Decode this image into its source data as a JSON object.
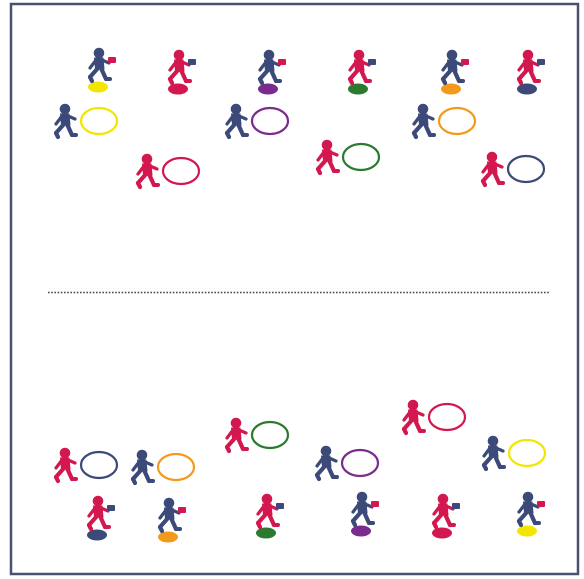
{
  "colors": {
    "navy": "#3b4a78",
    "crimson": "#d2184f",
    "yellow": "#f2e600",
    "purple": "#7b2a8e",
    "green": "#2b7a2f",
    "orange": "#f39a1d",
    "border": "#4a5170",
    "center_line": "#444444"
  },
  "top_half": {
    "players": [
      {
        "team": "navy",
        "role": "carrier",
        "base": "yellow"
      },
      {
        "team": "crimson",
        "role": "carrier",
        "base": "crimson"
      },
      {
        "team": "navy",
        "role": "carrier",
        "base": "purple"
      },
      {
        "team": "crimson",
        "role": "carrier",
        "base": "green"
      },
      {
        "team": "navy",
        "role": "carrier",
        "base": "orange"
      },
      {
        "team": "crimson",
        "role": "carrier",
        "base": "navy"
      },
      {
        "team": "navy",
        "role": "hoop",
        "hoop": "yellow"
      },
      {
        "team": "navy",
        "role": "hoop",
        "hoop": "purple"
      },
      {
        "team": "navy",
        "role": "hoop",
        "hoop": "orange"
      },
      {
        "team": "crimson",
        "role": "hoop",
        "hoop": "crimson"
      },
      {
        "team": "crimson",
        "role": "hoop",
        "hoop": "green"
      },
      {
        "team": "crimson",
        "role": "hoop",
        "hoop": "navy"
      }
    ]
  },
  "bottom_half": {
    "players": [
      {
        "team": "crimson",
        "role": "hoop",
        "hoop": "navy"
      },
      {
        "team": "navy",
        "role": "hoop",
        "hoop": "orange"
      },
      {
        "team": "crimson",
        "role": "hoop",
        "hoop": "green"
      },
      {
        "team": "navy",
        "role": "hoop",
        "hoop": "purple"
      },
      {
        "team": "crimson",
        "role": "hoop",
        "hoop": "crimson"
      },
      {
        "team": "navy",
        "role": "hoop",
        "hoop": "yellow"
      },
      {
        "team": "crimson",
        "role": "carrier",
        "base": "navy"
      },
      {
        "team": "navy",
        "role": "carrier",
        "base": "orange"
      },
      {
        "team": "crimson",
        "role": "carrier",
        "base": "green"
      },
      {
        "team": "navy",
        "role": "carrier",
        "base": "purple"
      },
      {
        "team": "crimson",
        "role": "carrier",
        "base": "crimson"
      },
      {
        "team": "navy",
        "role": "carrier",
        "base": "yellow"
      }
    ]
  }
}
